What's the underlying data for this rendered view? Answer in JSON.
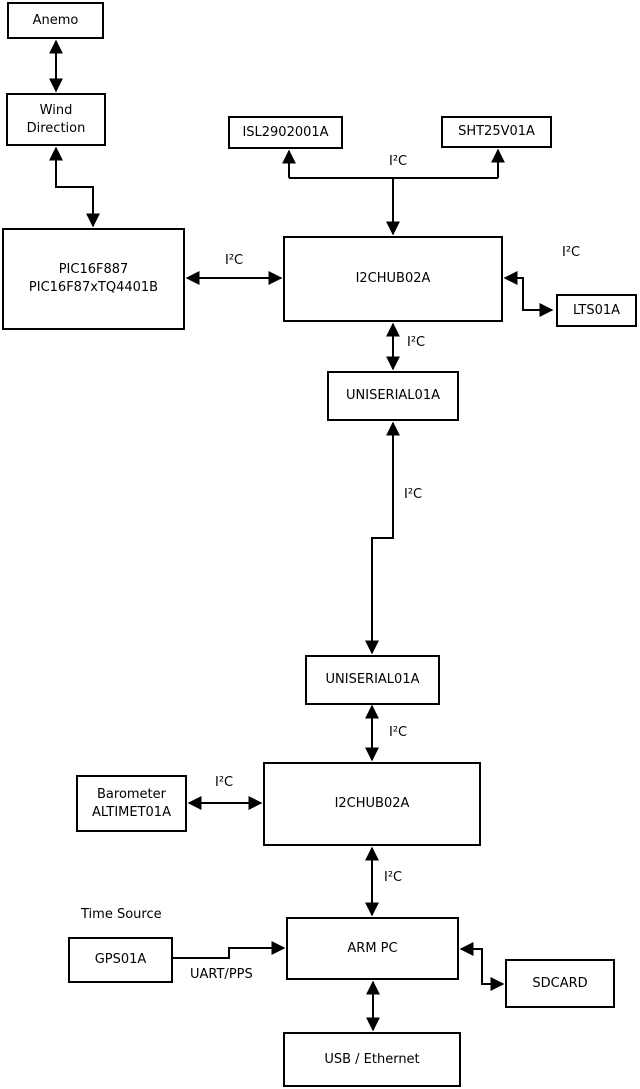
{
  "diagram": {
    "type": "block-diagram",
    "colors": {
      "line": "#000000",
      "box_border": "#000000",
      "box_fill": "#ffffff",
      "background": "#ffffff",
      "text": "#000000"
    },
    "nodes": {
      "anemo": {
        "label": "Anemo"
      },
      "wind_direction": {
        "label": "Wind\nDirection"
      },
      "pic": {
        "label": "PIC16F887\nPIC16F87xTQ4401B"
      },
      "isl": {
        "label": "ISL2902001A"
      },
      "sht": {
        "label": "SHT25V01A"
      },
      "i2chub_top": {
        "label": "I2CHUB02A"
      },
      "lts": {
        "label": "LTS01A"
      },
      "uniserial_top": {
        "label": "UNISERIAL01A"
      },
      "uniserial_bottom": {
        "label": "UNISERIAL01A"
      },
      "i2chub_bottom": {
        "label": "I2CHUB02A"
      },
      "barometer": {
        "label": "Barometer\nALTIMET01A"
      },
      "gps": {
        "label": "GPS01A"
      },
      "arm_pc": {
        "label": "ARM PC"
      },
      "sdcard": {
        "label": "SDCARD"
      },
      "usb_ethernet": {
        "label": "USB / Ethernet"
      }
    },
    "annotations": {
      "time_source": "Time Source"
    },
    "edges": [
      {
        "from": "Anemo",
        "to": "Wind Direction",
        "label": "",
        "bidirectional": true
      },
      {
        "from": "Wind Direction",
        "to": "PIC16F887 PIC16F87xTQ4401B",
        "label": "",
        "bidirectional": true
      },
      {
        "from": "I2CHUB02A (top)",
        "to": "ISL2902001A / SHT25V01A",
        "label": "I²C",
        "bidirectional": false
      },
      {
        "from": "PIC16F887 PIC16F87xTQ4401B",
        "to": "I2CHUB02A (top)",
        "label": "I²C",
        "bidirectional": true
      },
      {
        "from": "I2CHUB02A (top)",
        "to": "LTS01A",
        "label": "I²C",
        "bidirectional": true
      },
      {
        "from": "I2CHUB02A (top)",
        "to": "UNISERIAL01A (top)",
        "label": "I²C",
        "bidirectional": true
      },
      {
        "from": "UNISERIAL01A (top)",
        "to": "UNISERIAL01A (bottom)",
        "label": "I²C",
        "bidirectional": true
      },
      {
        "from": "UNISERIAL01A (bottom)",
        "to": "I2CHUB02A (bottom)",
        "label": "I²C",
        "bidirectional": true
      },
      {
        "from": "Barometer ALTIMET01A",
        "to": "I2CHUB02A (bottom)",
        "label": "I²C",
        "bidirectional": true
      },
      {
        "from": "I2CHUB02A (bottom)",
        "to": "ARM PC",
        "label": "I²C",
        "bidirectional": true
      },
      {
        "from": "GPS01A",
        "to": "ARM PC",
        "label": "UART/PPS",
        "bidirectional": false
      },
      {
        "from": "ARM PC",
        "to": "SDCARD",
        "label": "",
        "bidirectional": true
      },
      {
        "from": "ARM PC",
        "to": "USB / Ethernet",
        "label": "",
        "bidirectional": true
      }
    ]
  }
}
